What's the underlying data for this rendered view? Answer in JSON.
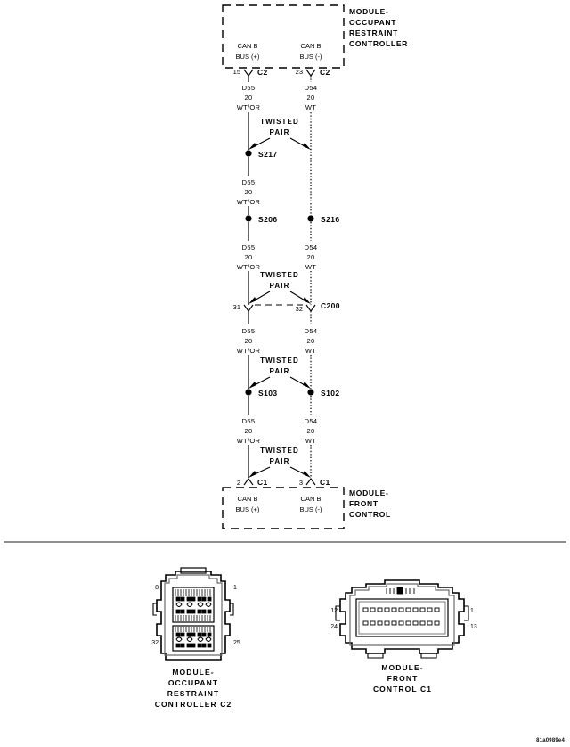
{
  "diagram": {
    "title_top": {
      "module_lines": [
        "MODULE-",
        "OCCUPANT",
        "RESTRAINT",
        "CONTROLLER"
      ],
      "bus_left": [
        "CAN B",
        "BUS (+)"
      ],
      "bus_right": [
        "CAN B",
        "BUS (-)"
      ]
    },
    "title_bottom": {
      "module_lines": [
        "MODULE-",
        "FRONT",
        "CONTROL"
      ],
      "bus_left": [
        "CAN B",
        "BUS (+)"
      ],
      "bus_right": [
        "CAN B",
        "BUS (-)"
      ]
    },
    "top_connector": {
      "left_pin": "15",
      "left_label": "C2",
      "right_pin": "23",
      "right_label": "C2"
    },
    "mid_connector": {
      "left_pin": "31",
      "right_pin": "32",
      "label": "C200"
    },
    "bottom_connector": {
      "left_pin": "2",
      "left_label": "C1",
      "right_pin": "3",
      "right_label": "C1"
    },
    "twisted_pair_label": [
      "TWISTED",
      "PAIR"
    ],
    "wire_segments": [
      {
        "id": "seg1-left",
        "circuit": "D55",
        "gauge": "20",
        "color": "WT/OR"
      },
      {
        "id": "seg1-right",
        "circuit": "D54",
        "gauge": "20",
        "color": "WT"
      },
      {
        "id": "seg2-left",
        "circuit": "D55",
        "gauge": "20",
        "color": "WT/OR"
      },
      {
        "id": "seg3-left",
        "circuit": "D55",
        "gauge": "20",
        "color": "WT/OR"
      },
      {
        "id": "seg3-right",
        "circuit": "D54",
        "gauge": "20",
        "color": "WT"
      },
      {
        "id": "seg4-left",
        "circuit": "D55",
        "gauge": "20",
        "color": "WT/OR"
      },
      {
        "id": "seg4-right",
        "circuit": "D54",
        "gauge": "20",
        "color": "WT"
      },
      {
        "id": "seg5-left",
        "circuit": "D55",
        "gauge": "20",
        "color": "WT/OR"
      },
      {
        "id": "seg5-right",
        "circuit": "D54",
        "gauge": "20",
        "color": "WT"
      }
    ],
    "splices": [
      {
        "id": "s217",
        "label": "S217"
      },
      {
        "id": "s206",
        "label": "S206"
      },
      {
        "id": "s216",
        "label": "S216"
      },
      {
        "id": "s103",
        "label": "S103"
      },
      {
        "id": "s102",
        "label": "S102"
      }
    ]
  },
  "connector_views": {
    "c2": {
      "caption": [
        "MODULE-",
        "OCCUPANT",
        "RESTRAINT",
        "CONTROLLER C2"
      ],
      "pin_top_left": "8",
      "pin_top_right": "1",
      "pin_bottom_left": "32",
      "pin_bottom_right": "25"
    },
    "c1": {
      "caption": [
        "MODULE-",
        "FRONT",
        "CONTROL C1"
      ],
      "pin_top_left": "12",
      "pin_bottom_left": "24",
      "pin_top_right": "1",
      "pin_bottom_right": "13"
    }
  },
  "watermark": "81a0989e4",
  "colors": {
    "ink": "#000000",
    "divider": "#4a4a50",
    "connector_outline_gray": "#6c6c6c"
  }
}
